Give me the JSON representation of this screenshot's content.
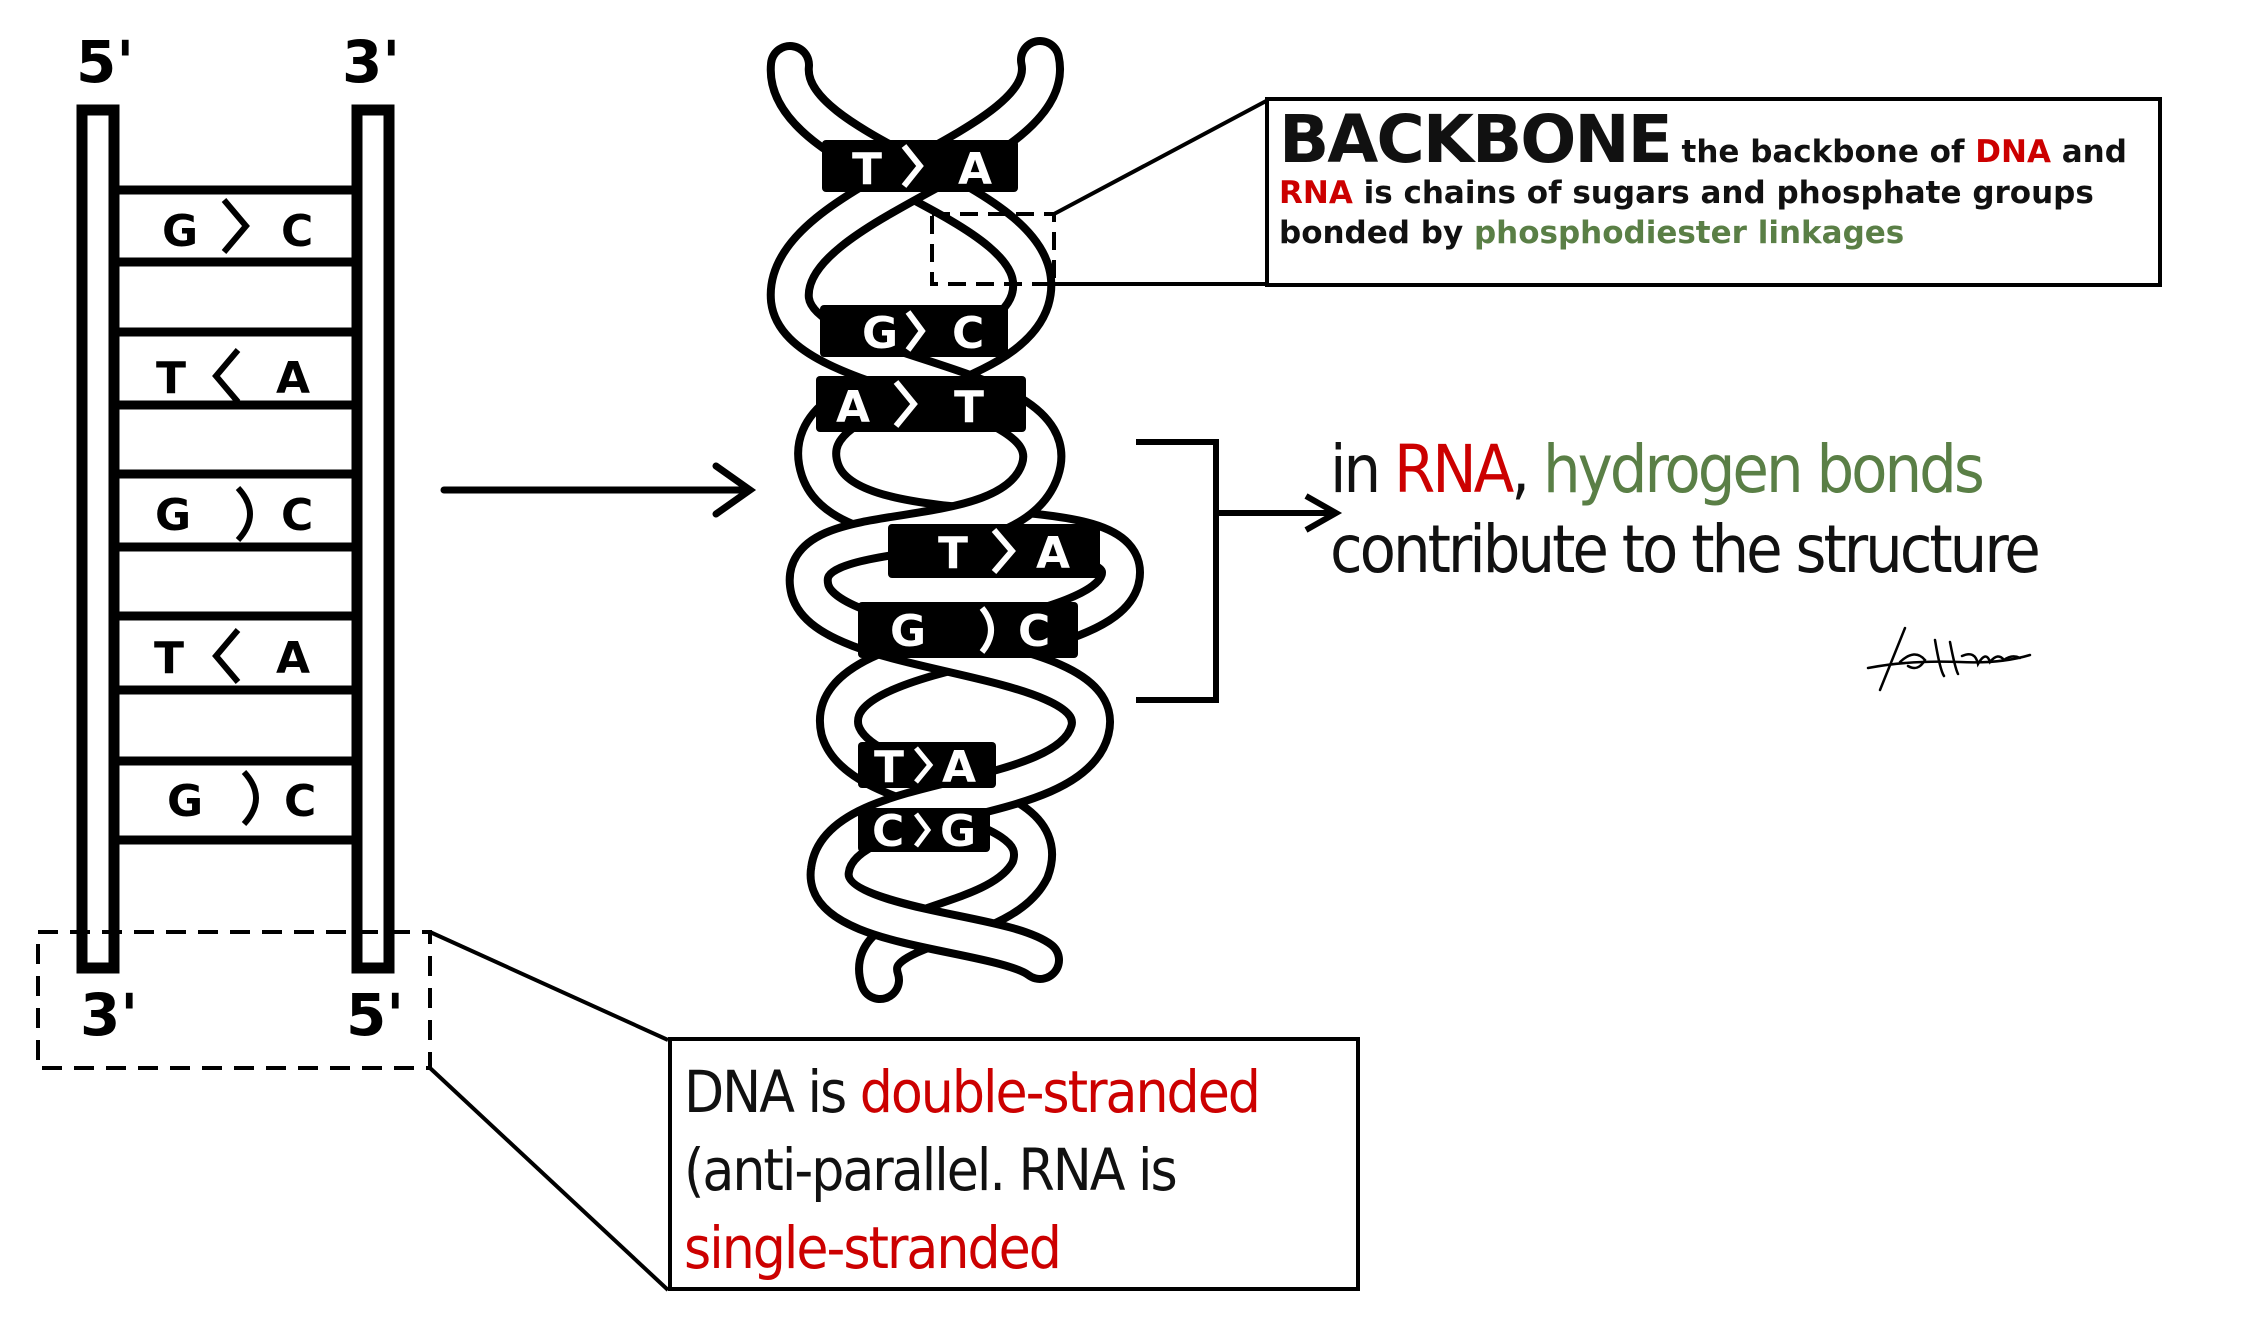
{
  "ladder": {
    "top_left_label": "5'",
    "top_right_label": "3'",
    "bottom_left_label": "3'",
    "bottom_right_label": "5'",
    "rungs": [
      {
        "left": "G",
        "right": "C"
      },
      {
        "left": "T",
        "right": "A"
      },
      {
        "left": "G",
        "right": "C"
      },
      {
        "left": "T",
        "right": "A"
      },
      {
        "left": "G",
        "right": "C"
      }
    ]
  },
  "helix": {
    "pairs": [
      {
        "left": "T",
        "right": "A"
      },
      {
        "left": "G",
        "right": "C"
      },
      {
        "left": "A",
        "right": "T"
      },
      {
        "left": "T",
        "right": "A"
      },
      {
        "left": "G",
        "right": "C"
      },
      {
        "left": "T",
        "right": "A"
      },
      {
        "left": "C",
        "right": "G"
      }
    ]
  },
  "backbone_box": {
    "title": "BACKBONE",
    "text_1": " the backbone of ",
    "dna": "DNA",
    "text_2": " and ",
    "rna": "RNA",
    "text_3": " is chains of sugars and phosphate groups bonded by ",
    "highlight": "phosphodiester linkages"
  },
  "rna_note": {
    "text_1": "in ",
    "rna": "RNA",
    "text_2": ", ",
    "highlight": "hydrogen bonds",
    "text_3": " contribute to the structure"
  },
  "strand_box": {
    "text_1": "DNA is ",
    "highlight_1": "double-stranded",
    "text_2": " (anti-parallel. RNA is ",
    "highlight_2": "single-stranded"
  },
  "colors": {
    "red": "#cc0000",
    "green": "#5a7f46",
    "ink": "#000000"
  }
}
